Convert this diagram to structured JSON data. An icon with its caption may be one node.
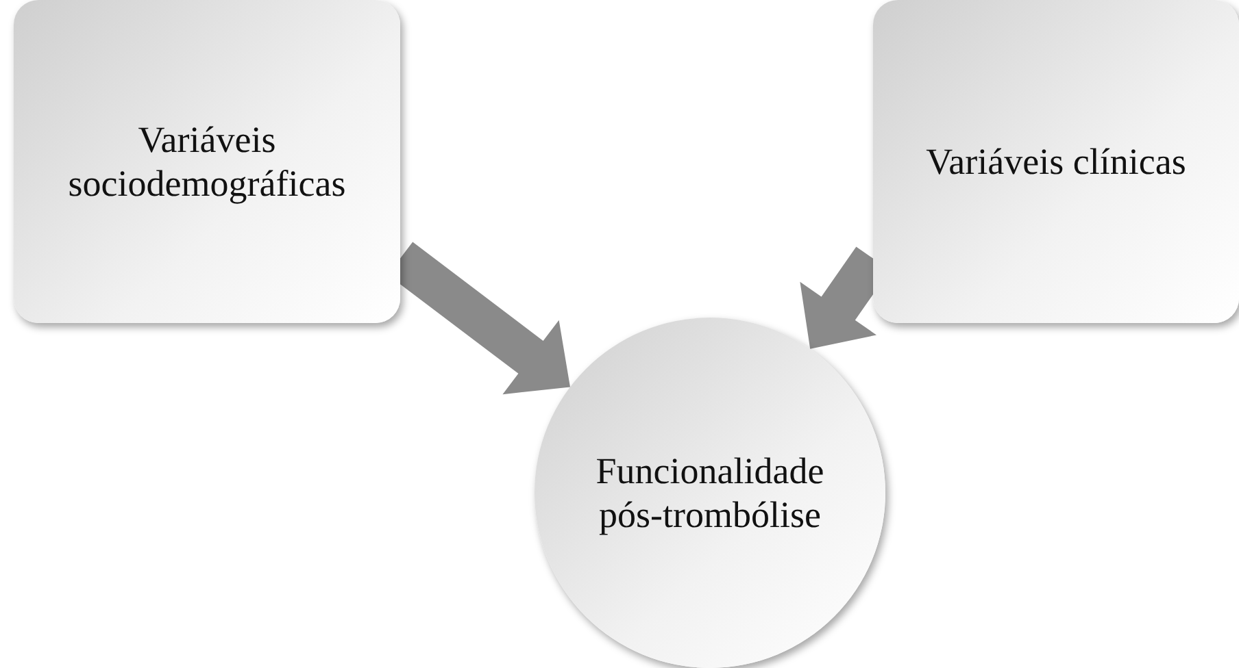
{
  "diagram": {
    "nodes": [
      {
        "text": [
          "Variáveis sociodemográficas"
        ]
      },
      {
        "text": [
          "Variáveis clínicas"
        ]
      },
      {
        "text": [
          "Funcionalidade pós-trombólise"
        ]
      }
    ],
    "edges": [
      {
        "from": 0,
        "to": 2,
        "arrow": "to",
        "style": "thick"
      },
      {
        "from": 1,
        "to": 2,
        "arrow": "to",
        "style": "thick"
      }
    ]
  }
}
